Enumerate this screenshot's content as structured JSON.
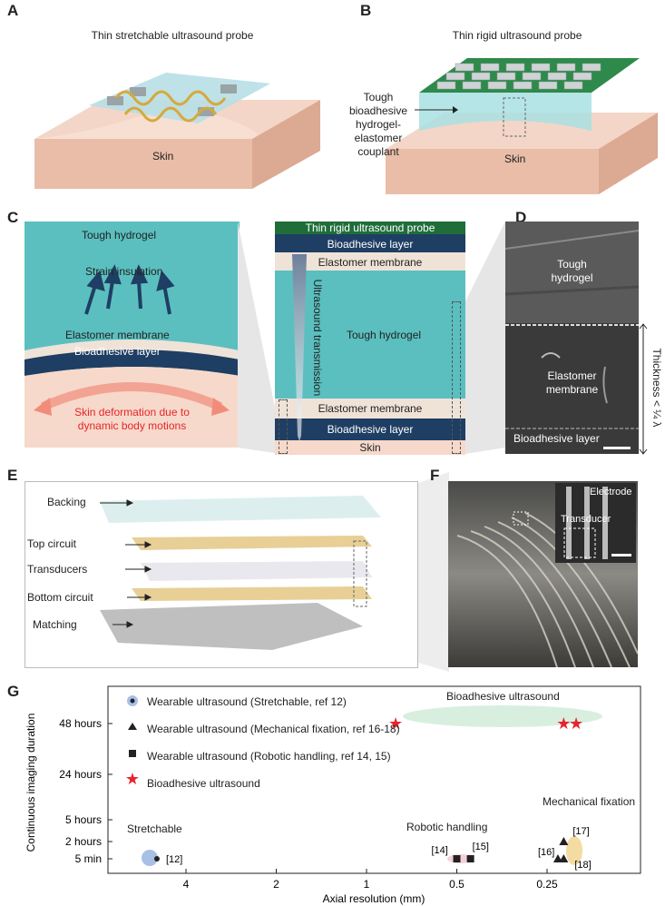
{
  "panels": {
    "A": {
      "letter": "A",
      "title": "Thin stretchable ultrasound probe",
      "skin": "Skin"
    },
    "B": {
      "letter": "B",
      "title": "Thin rigid ultrasound probe",
      "couplant_label": "Tough bioadhesive hydrogel-elastomer couplant",
      "skin": "Skin"
    },
    "C": {
      "letter": "C",
      "left": {
        "tough_hydrogel": "Tough hydrogel",
        "strain_insulation": "Strain insulation",
        "elastomer_membrane": "Elastomer membrane",
        "bioadhesive_layer": "Bioadhesive layer",
        "skin_deformation_1": "Skin deformation due to",
        "skin_deformation_2": "dynamic body motions"
      },
      "stack": {
        "probe": "Thin rigid ultrasound probe",
        "bioadhesive_top": "Bioadhesive layer",
        "elastomer_top": "Elastomer membrane",
        "tough_hydrogel": "Tough hydrogel",
        "transmission": "Ultrasound transmission",
        "elastomer_bottom": "Elastomer membrane",
        "bioadhesive_bottom": "Bioadhesive layer",
        "skin": "Skin"
      }
    },
    "D": {
      "letter": "D",
      "tough": "Tough",
      "hydrogel": "hydrogel",
      "elastomer": "Elastomer",
      "membrane": "membrane",
      "bioadhesive": "Bioadhesive layer",
      "thickness": "Thickness < ¼ λ"
    },
    "E": {
      "letter": "E",
      "backing": "Backing",
      "top_circuit": "Top circuit",
      "transducers": "Transducers",
      "bottom_circuit": "Bottom circuit",
      "matching": "Matching"
    },
    "F": {
      "letter": "F",
      "electrode": "Electrode",
      "transducer": "Transducer"
    },
    "G": {
      "letter": "G"
    }
  },
  "colors": {
    "hydrogel": "#5bbfbf",
    "bioadhesive": "#1f3e63",
    "elastomer": "#efe3d8",
    "probe_green": "#1f6e3a",
    "skin": "#f6d9cb",
    "red_star": "#e8242b",
    "stretchable_blue": "#2f5ea8",
    "mechanical_orange": "#f1d28a",
    "robotic_pink": "#f3c4cf",
    "bioadhesive_green": "#d8efe0"
  },
  "chart_data": {
    "type": "scatter",
    "xlabel": "Axial resolution (mm)",
    "ylabel": "Continuous imaging duration",
    "x_ticks": [
      "4",
      "2",
      "1",
      "0.5",
      "0.25"
    ],
    "y_ticks": [
      "48 hours",
      "24 hours",
      "5 hours",
      "2 hours",
      "5 min"
    ],
    "legend_placement": "top-left",
    "legend": [
      {
        "label": "Wearable ultrasound (Stretchable, ref 12)",
        "marker": "circle"
      },
      {
        "label": "Wearable ultrasound (Mechanical fixation, ref 16-18)",
        "marker": "triangle"
      },
      {
        "label": "Wearable ultrasound (Robotic handling, ref 14, 15)",
        "marker": "square"
      },
      {
        "label": "Bioadhesive ultrasound",
        "marker": "star"
      }
    ],
    "group_labels": {
      "bioadhesive": "Bioadhesive ultrasound",
      "mechanical": "Mechanical fixation",
      "robotic": "Robotic handling",
      "stretchable": "Stretchable"
    },
    "series": [
      {
        "name": "Wearable ultrasound (Stretchable, ref 12)",
        "marker": "circle",
        "points": [
          {
            "x": 5,
            "y": "5 min",
            "label": "[12]"
          }
        ]
      },
      {
        "name": "Wearable ultrasound (Robotic handling, ref 14, 15)",
        "marker": "square",
        "points": [
          {
            "x": 0.5,
            "y": "5 min",
            "label": "[14]"
          },
          {
            "x": 0.45,
            "y": "5 min",
            "label": "[15]"
          }
        ]
      },
      {
        "name": "Wearable ultrasound (Mechanical fixation, ref 16-18)",
        "marker": "triangle",
        "points": [
          {
            "x": 0.22,
            "y": "2 hours",
            "label": "[17]"
          },
          {
            "x": 0.23,
            "y": "5 min",
            "label": "[16]"
          },
          {
            "x": 0.22,
            "y": "5 min",
            "label": "[18]"
          }
        ]
      },
      {
        "name": "Bioadhesive ultrasound",
        "marker": "star",
        "points": [
          {
            "x": 0.8,
            "y": "48 hours"
          },
          {
            "x": 0.22,
            "y": "48 hours"
          },
          {
            "x": 0.2,
            "y": "48 hours"
          }
        ]
      }
    ]
  }
}
